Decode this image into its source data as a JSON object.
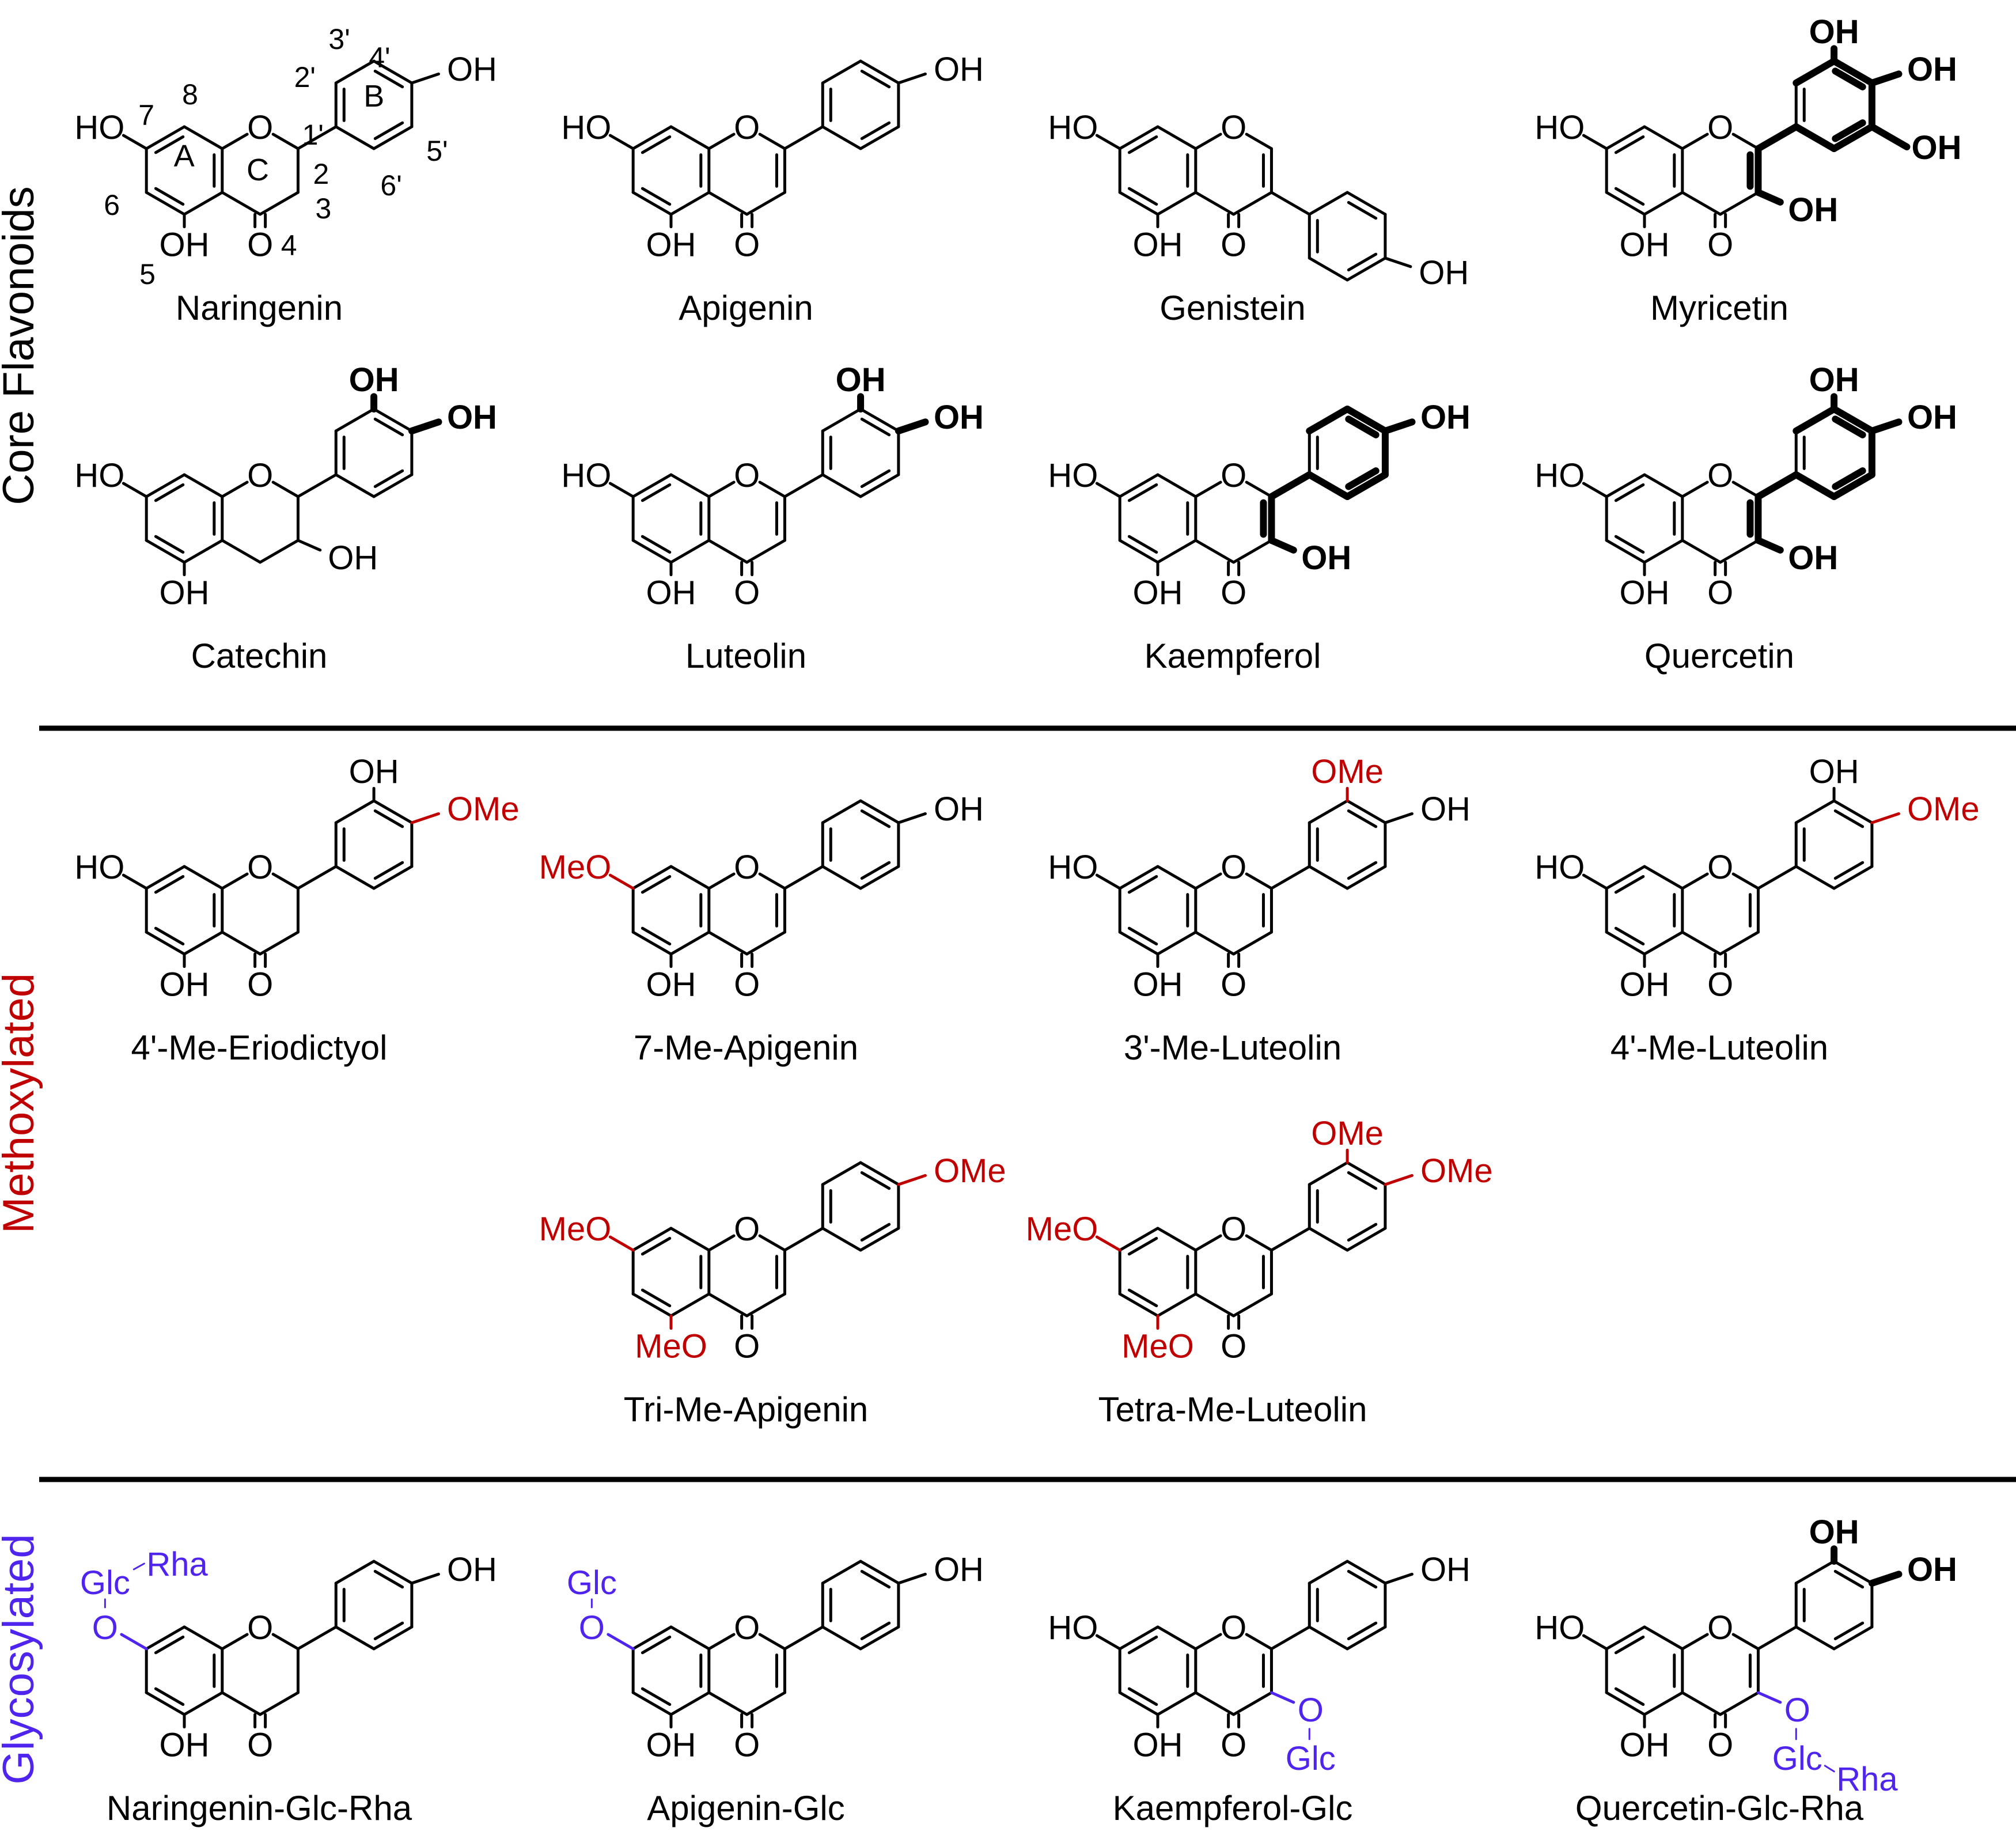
{
  "sections": [
    {
      "id": "core",
      "label": "Core Flavonoids",
      "color": "#000000"
    },
    {
      "id": "methoxylated",
      "label": "Methoxylated",
      "color": "#c00000"
    },
    {
      "id": "glycosylated",
      "label": "Glycosylated",
      "color": "#4f24ee"
    }
  ],
  "colors": {
    "bond": "#000000",
    "methoxy": "#c00000",
    "glycoside": "#4f24ee"
  },
  "numbering": {
    "ring_a": "A",
    "ring_b": "B",
    "ring_c": "C",
    "positions": [
      "2",
      "3",
      "4",
      "5",
      "6",
      "7",
      "8",
      "1'",
      "2'",
      "3'",
      "4'",
      "5'",
      "6'"
    ]
  },
  "substituent_text": {
    "hydroxyl": "OH",
    "hydroxyl_left": "HO",
    "oxygen": "O",
    "methoxy": "OMe",
    "methoxy_left": "MeO",
    "glucose": "Glc",
    "rhamnose": "Rha"
  },
  "compounds": [
    {
      "name": "Naringenin",
      "section": "core"
    },
    {
      "name": "Apigenin",
      "section": "core"
    },
    {
      "name": "Genistein",
      "section": "core"
    },
    {
      "name": "Myricetin",
      "section": "core"
    },
    {
      "name": "Catechin",
      "section": "core"
    },
    {
      "name": "Luteolin",
      "section": "core"
    },
    {
      "name": "Kaempferol",
      "section": "core"
    },
    {
      "name": "Quercetin",
      "section": "core"
    },
    {
      "name": "4'-Me-Eriodictyol",
      "section": "methoxylated"
    },
    {
      "name": "7-Me-Apigenin",
      "section": "methoxylated"
    },
    {
      "name": "3'-Me-Luteolin",
      "section": "methoxylated"
    },
    {
      "name": "4'-Me-Luteolin",
      "section": "methoxylated"
    },
    {
      "name": "Tri-Me-Apigenin",
      "section": "methoxylated"
    },
    {
      "name": "Tetra-Me-Luteolin",
      "section": "methoxylated"
    },
    {
      "name": "Naringenin-Glc-Rha",
      "section": "glycosylated"
    },
    {
      "name": "Apigenin-Glc",
      "section": "glycosylated"
    },
    {
      "name": "Kaempferol-Glc",
      "section": "glycosylated"
    },
    {
      "name": "Quercetin-Glc-Rha",
      "section": "glycosylated"
    }
  ]
}
